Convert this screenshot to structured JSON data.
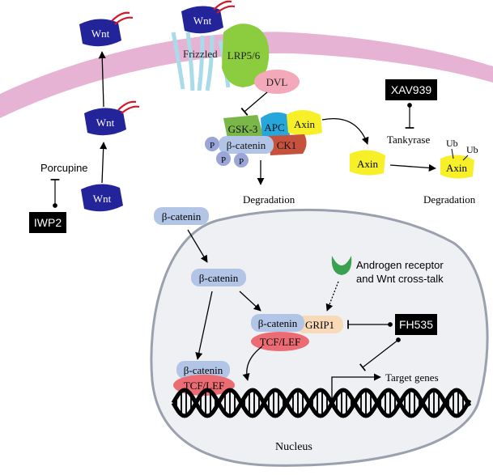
{
  "labels": {
    "wnt": "Wnt",
    "frizzled": "Frizzled",
    "lrp": "LRP5/6",
    "dvl": "DVL",
    "gsk3": "GSK-3",
    "apc": "APC",
    "axin": "Axin",
    "ck1": "CK1",
    "beta_catenin": "β-catenin",
    "p": "P",
    "degradation": "Degradation",
    "porcupine": "Porcupine",
    "iwp2": "IWP2",
    "xav939": "XAV939",
    "tankyrase": "Tankyrase",
    "ub": "Ub",
    "androgen_line1": "Androgen receptor",
    "androgen_line2": "and Wnt cross-talk",
    "grip1": "GRIP1",
    "tcf_lef": "TCF/LEF",
    "fh535": "FH535",
    "target_genes": "Target genes",
    "nucleus": "Nucleus"
  },
  "colors": {
    "membrane": "#e7b3d5",
    "wnt": "#24249a",
    "wnt_tail": "#d0182a",
    "lrp": "#8ccd3f",
    "frizzled": "#a9dbe8",
    "dvl": "#f4a9b8",
    "gsk3": "#7ab648",
    "apc": "#27a6dc",
    "axin": "#f7ef27",
    "ck1": "#c6513d",
    "catenin": "#b2c5e6",
    "phospho": "#9aa6d8",
    "grip1": "#f8d9b8",
    "tcf": "#ec6c74",
    "androgen": "#3aa14f",
    "inhibitor": "#000000",
    "nucleus_fill": "#eef0f3",
    "nucleus_stroke": "#9aa0ad"
  }
}
